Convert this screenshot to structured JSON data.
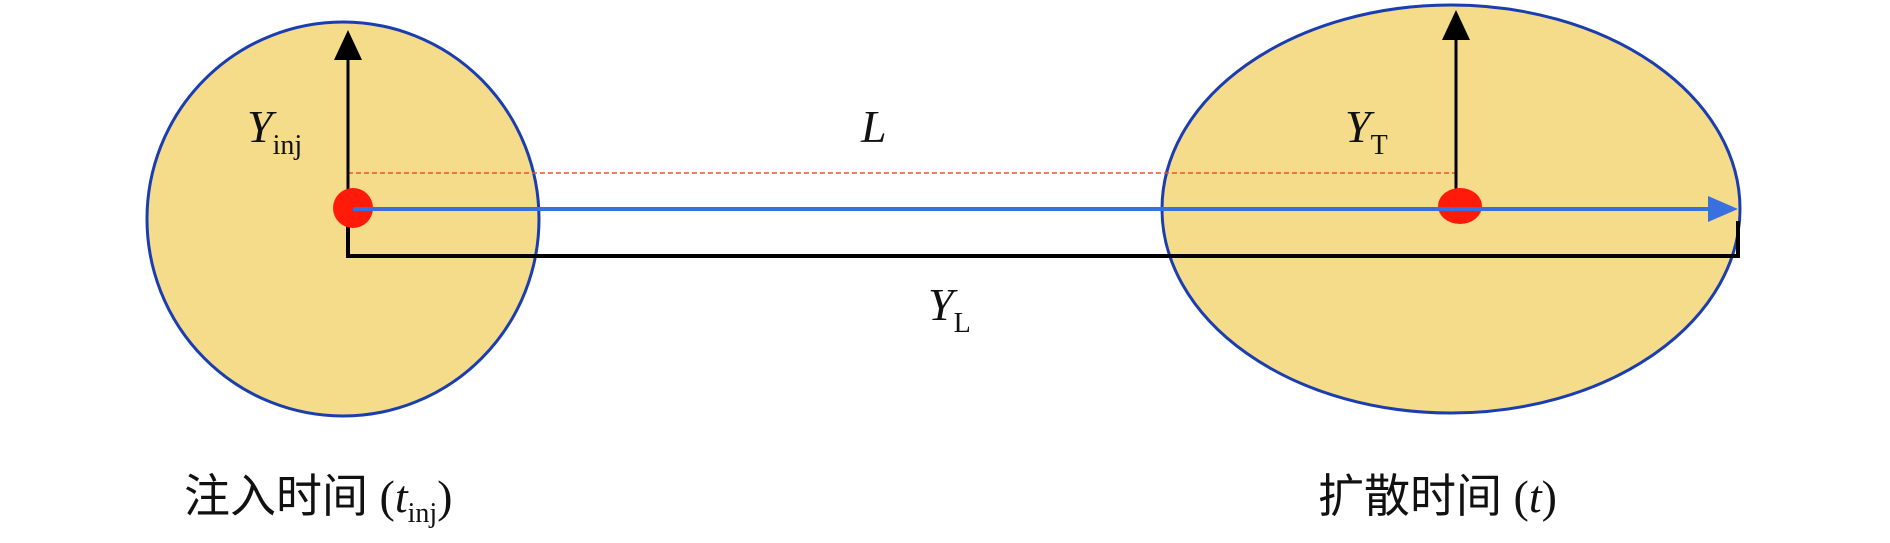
{
  "labels": {
    "y_inj": {
      "main": "Y",
      "sub": "inj"
    },
    "l": "L",
    "y_t": {
      "main": "Y",
      "sub": "T"
    },
    "y_l": {
      "main": "Y",
      "sub": "L"
    }
  },
  "captions": {
    "injection": {
      "text": "注入时间 (",
      "var": "t",
      "sub": "inj",
      "close": ")"
    },
    "diffusion": {
      "text": "扩散时间 (",
      "var": "t",
      "close": ")"
    }
  },
  "colors": {
    "plume_fill": "#F5DC8A",
    "plume_stroke": "#1A3DB0",
    "flow_arrow": "#3A6FE0",
    "source_dot": "#FF1A0A",
    "dashed_line": "#F05030",
    "axis": "#000000"
  }
}
